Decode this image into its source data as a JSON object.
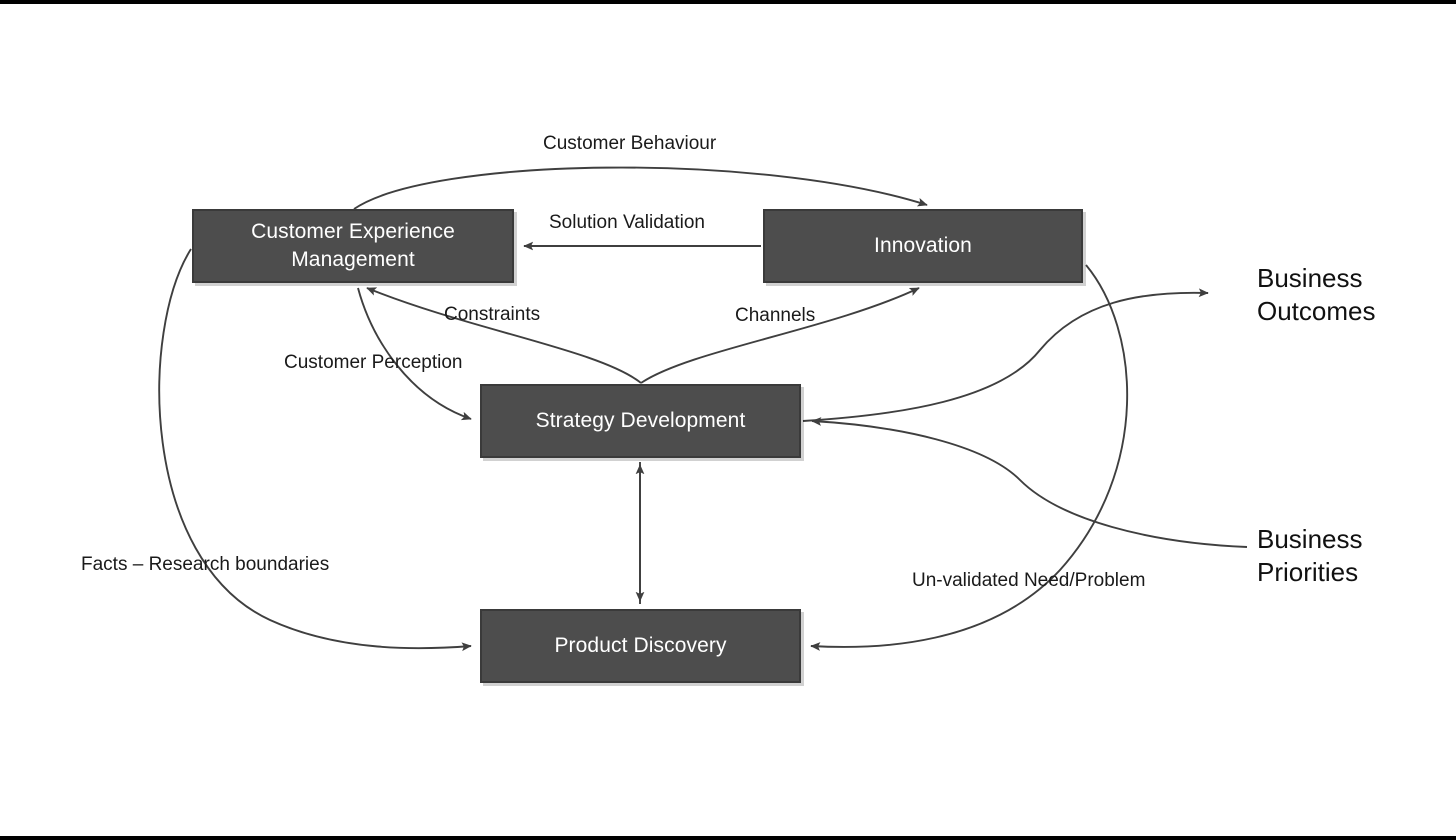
{
  "diagram": {
    "title": "Customer Experience / Innovation / Strategy / Discovery feedback loops",
    "background": "#ffffff",
    "node_fill": "#4d4d4d",
    "node_stroke": "#3a3a3a",
    "node_text_color": "#ffffff",
    "edge_color": "#3f3f3f",
    "label_color": "#1a1a1a"
  },
  "nodes": [
    {
      "id": "cem",
      "label": "Customer Experience\nManagement",
      "line1": "Customer Experience",
      "line2": "Management"
    },
    {
      "id": "innovation",
      "label": "Innovation"
    },
    {
      "id": "strategy",
      "label": "Strategy Development"
    },
    {
      "id": "discovery",
      "label": "Product Discovery"
    }
  ],
  "external_labels": [
    {
      "id": "business-outcomes",
      "line1": "Business",
      "line2": "Outcomes"
    },
    {
      "id": "business-priorities",
      "line1": "Business",
      "line2": "Priorities"
    }
  ],
  "edges": [
    {
      "id": "customer-behaviour",
      "label": "Customer Behaviour",
      "from": "cem",
      "to": "innovation"
    },
    {
      "id": "solution-validation",
      "label": "Solution Validation",
      "from": "innovation",
      "to": "cem"
    },
    {
      "id": "constraints",
      "label": "Constraints",
      "from": "strategy",
      "to": "cem"
    },
    {
      "id": "channels",
      "label": "Channels",
      "from": "strategy",
      "to": "innovation"
    },
    {
      "id": "customer-perception",
      "label": "Customer Perception",
      "from": "cem",
      "to": "strategy"
    },
    {
      "id": "facts-research",
      "label": "Facts – Research boundaries",
      "from": "cem",
      "to": "discovery"
    },
    {
      "id": "un-validated-need",
      "label": "Un-validated Need/Problem",
      "from": "innovation",
      "to": "discovery"
    },
    {
      "id": "strategy-discovery",
      "label": "",
      "from": "strategy",
      "to": "discovery"
    },
    {
      "id": "outcomes-edge",
      "label": "",
      "from": "strategy",
      "to": "business-outcomes"
    },
    {
      "id": "priorities-edge",
      "label": "",
      "from": "business-priorities",
      "to": "strategy"
    }
  ]
}
